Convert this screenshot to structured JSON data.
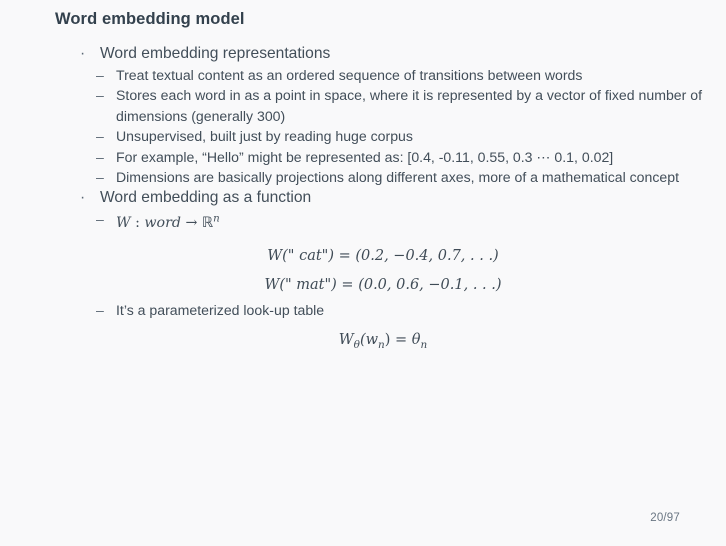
{
  "slide": {
    "title": "Word embedding model",
    "page_number": "20/97",
    "bullet_marker": "·",
    "dash_marker": "–",
    "sections": [
      {
        "heading": "Word embedding representations",
        "points": [
          "Treat textual content as an ordered sequence of transitions between words",
          "Stores each word in as a point in space, where it is represented by a vector of fixed number of dimensions (generally 300)",
          "Unsupervised, built just by reading huge corpus",
          "For example, “Hello” might be represented as: [0.4, -0.11, 0.55, 0.3 ⋯ 0.1, 0.02]",
          "Dimensions are basically projections along different axes, more of a mathematical concept"
        ]
      },
      {
        "heading": "Word embedding as a function",
        "points": [
          "It’s a parameterized look-up table"
        ]
      }
    ],
    "math": {
      "mapping_W": "W",
      "mapping_colon": " : ",
      "mapping_word": "word",
      "mapping_arrow": " → ",
      "mapping_set": "ℝ",
      "mapping_exp": "n",
      "eq_cat": "W(\" cat\") = (0.2, −0.4, 0.7, . . .)",
      "eq_mat": "W(\" mat\") = (0.0, 0.6, −0.1, . . .)",
      "eq_theta_W": "W",
      "eq_theta_sub1": "θ",
      "eq_theta_mid": "(w",
      "eq_theta_sub2": "n",
      "eq_theta_close": ") = ",
      "eq_theta_rhs": "θ",
      "eq_theta_rhs_sub": "n"
    }
  },
  "colors": {
    "background": "#f9f9fa",
    "title": "#33414d",
    "text": "#424e59",
    "marker": "#5b6874",
    "page_number": "#6a7683"
  }
}
